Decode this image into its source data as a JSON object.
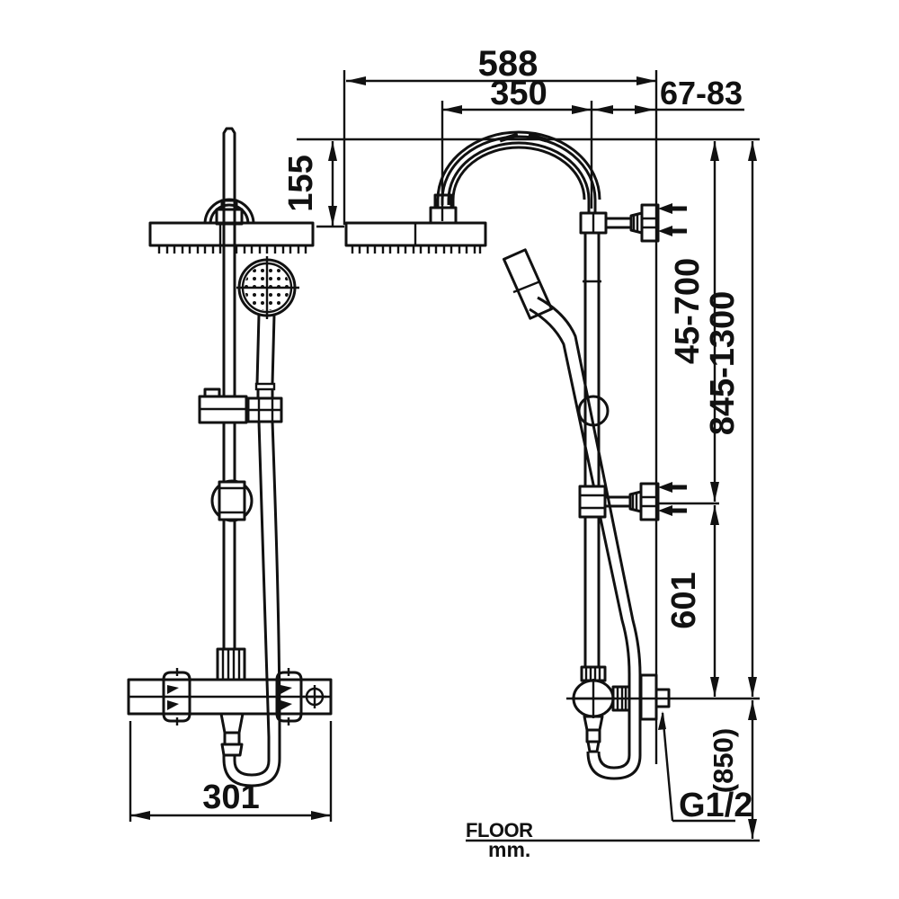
{
  "colors": {
    "line": "#111111",
    "background": "#ffffff"
  },
  "dimensions": {
    "overall_width": "588",
    "arch_span": "350",
    "pole_to_wall": "67-83",
    "head_drop": "155",
    "bracket_range": "45-700",
    "overall_height": "845-1300",
    "valve_to_bracket": "601",
    "valve_width": "301",
    "install_height": "(850)",
    "thread_size": "G1/2"
  },
  "labels": {
    "floor": "FLOOR",
    "unit": "mm."
  }
}
